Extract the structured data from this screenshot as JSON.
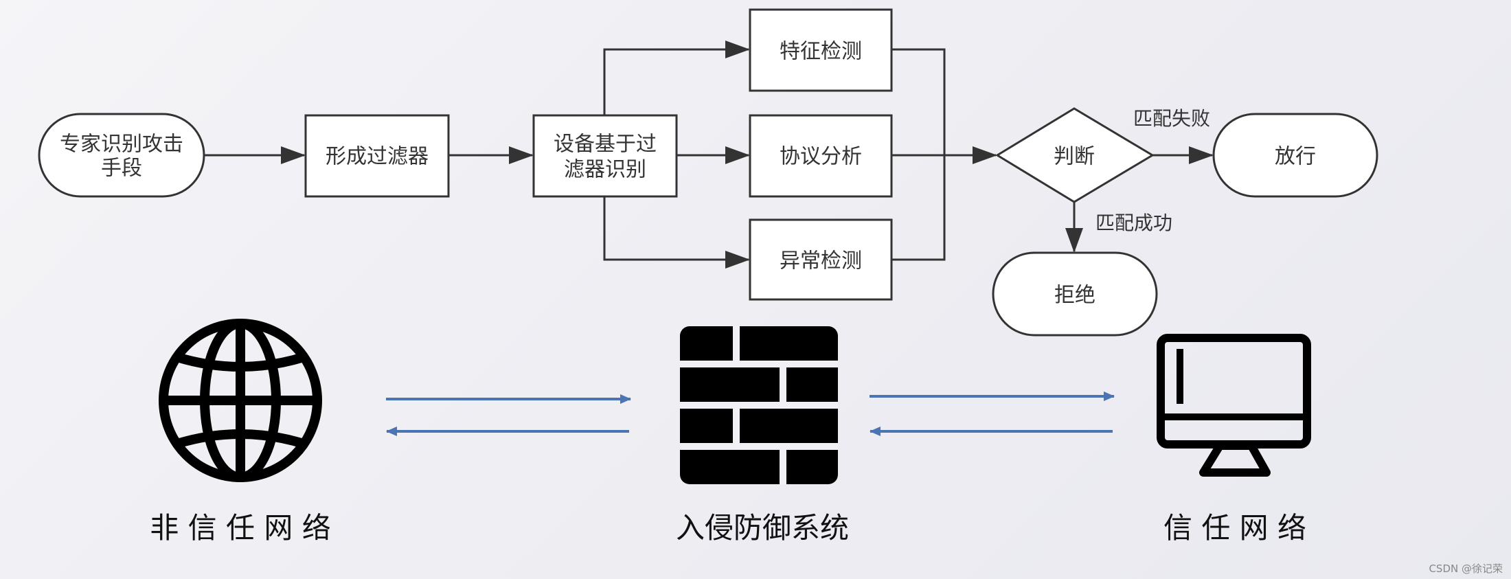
{
  "flowchart": {
    "nodes": {
      "expert": {
        "lines": [
          "专家识别攻击",
          "手段"
        ]
      },
      "filter": {
        "lines": [
          "形成过滤器"
        ]
      },
      "device": {
        "lines": [
          "设备基于过",
          "滤器识别"
        ]
      },
      "feature": {
        "lines": [
          "特征检测"
        ]
      },
      "protocol": {
        "lines": [
          "协议分析"
        ]
      },
      "anomaly": {
        "lines": [
          "异常检测"
        ]
      },
      "judge": {
        "lines": [
          "判断"
        ]
      },
      "pass": {
        "lines": [
          "放行"
        ]
      },
      "reject": {
        "lines": [
          "拒绝"
        ]
      }
    },
    "edge_labels": {
      "fail": "匹配失败",
      "success": "匹配成功"
    }
  },
  "network": {
    "untrusted_label": "非 信 任 网 络",
    "ids_label": "入侵防御系统",
    "trusted_label": "信 任 网 络",
    "icons": [
      "globe-icon",
      "firewall-icon",
      "monitor-icon"
    ]
  },
  "colors": {
    "arrow_blue": "#4a74b4",
    "stroke": "#333333"
  },
  "watermark": "CSDN @徐记荣"
}
